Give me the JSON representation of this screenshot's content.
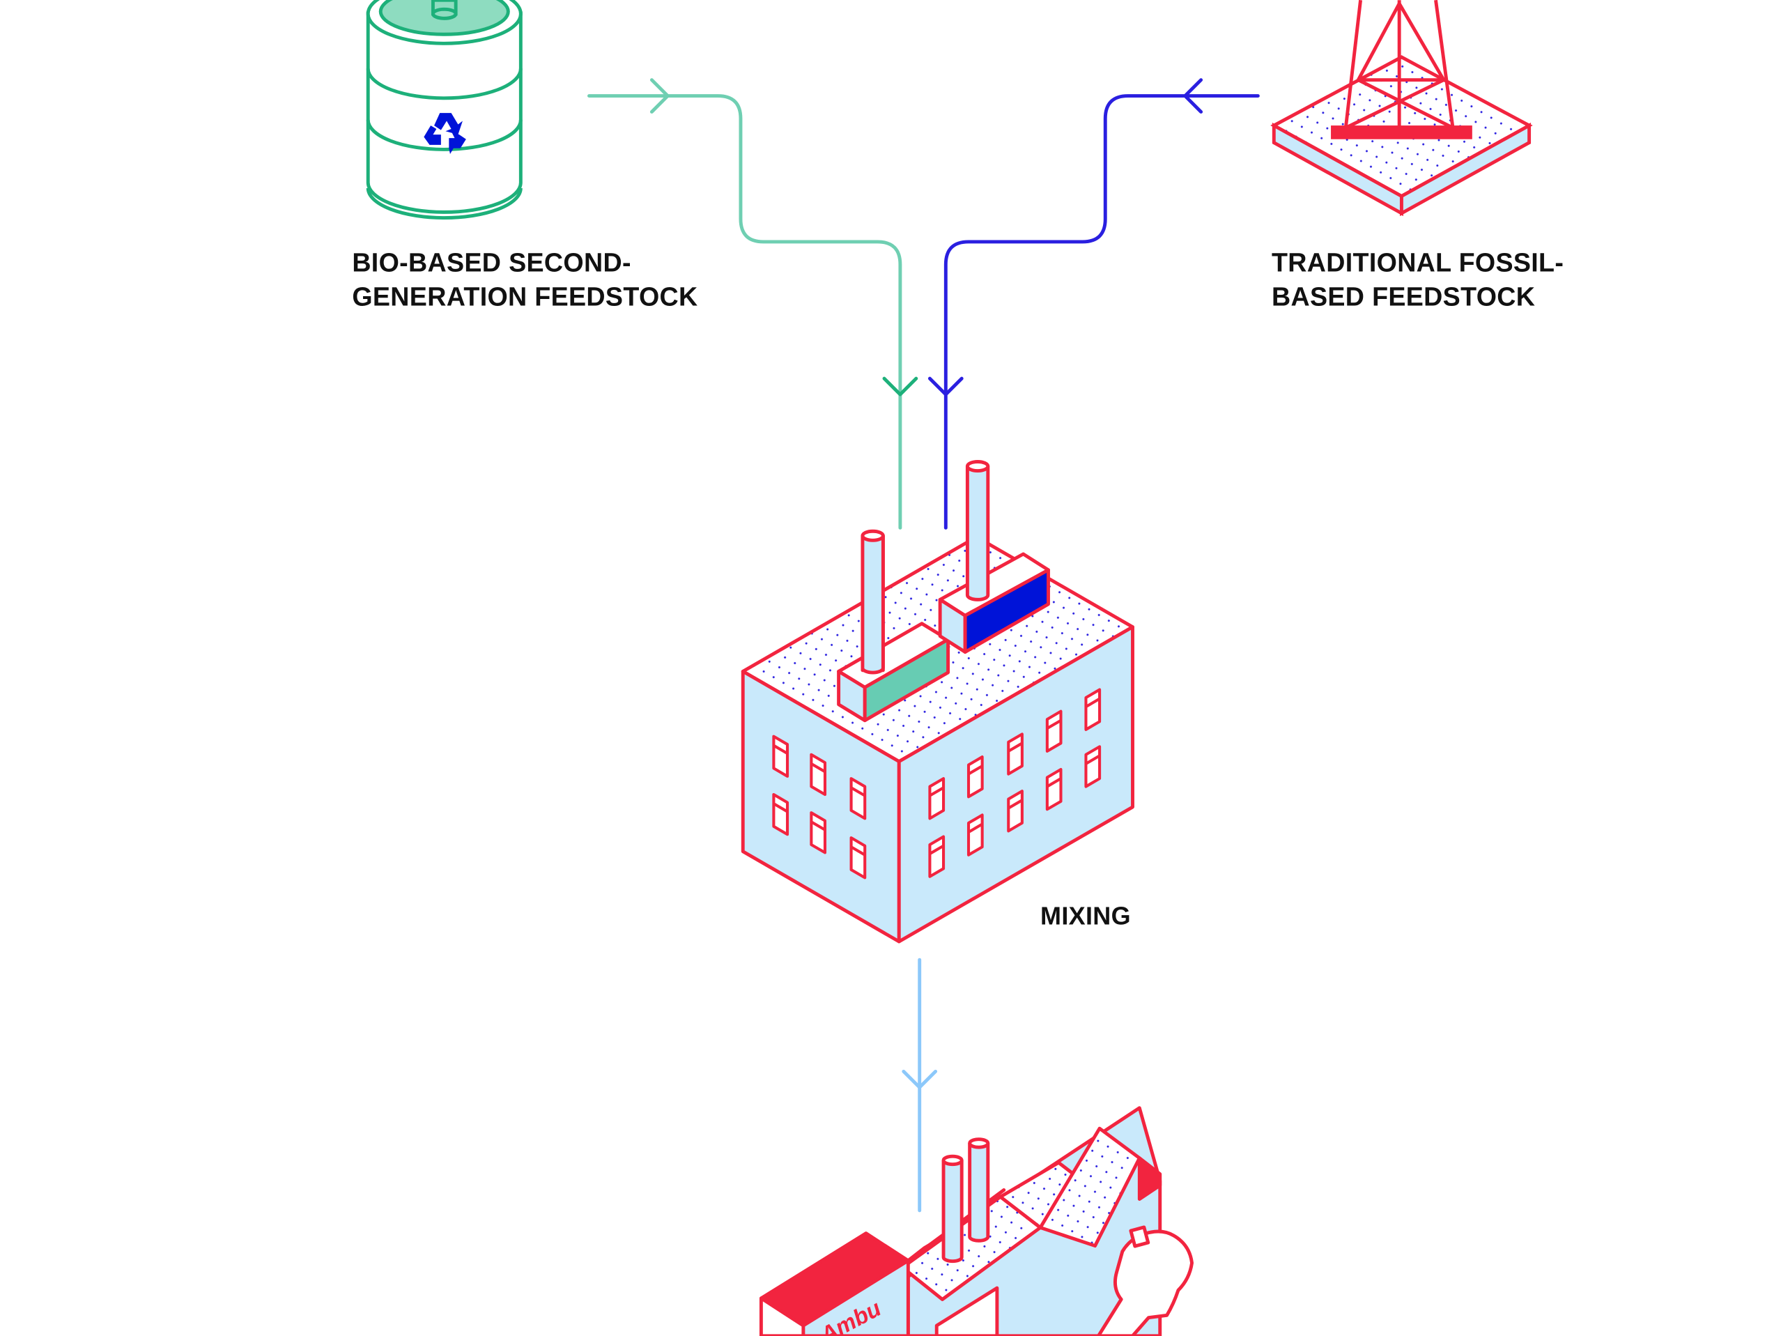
{
  "diagram": {
    "title": "Feedstock mixing process",
    "nodes": [
      {
        "id": "bio",
        "label_lines": [
          "BIO-BASED SECOND-",
          "GENERATION FEEDSTOCK"
        ],
        "icon": "recycle-barrel-icon"
      },
      {
        "id": "fossil",
        "label_lines": [
          "TRADITIONAL FOSSIL-",
          "BASED FEEDSTOCK"
        ],
        "icon": "oil-derrick-icon"
      },
      {
        "id": "mixing",
        "label_lines": [
          "MIXING"
        ],
        "icon": "factory-icon"
      },
      {
        "id": "ambu",
        "label_lines": [],
        "icon": "ambu-factory-icon",
        "brand_text": "Ambu"
      }
    ],
    "edges": [
      {
        "from": "bio",
        "to": "mixing",
        "color": "#6fcfb2"
      },
      {
        "from": "fossil",
        "to": "mixing",
        "color": "#2a1fe0"
      },
      {
        "from": "mixing",
        "to": "ambu",
        "color": "#8cc8fa"
      }
    ]
  },
  "colors": {
    "outline": "#f2243f",
    "wall_fill": "#c9e9fb",
    "bio_green": "#1db07a",
    "bio_light": "#8edcc0",
    "bio_box": "#67ccb3",
    "fossil_blue": "#0013d8",
    "dot_blue": "#2a1fe0"
  }
}
